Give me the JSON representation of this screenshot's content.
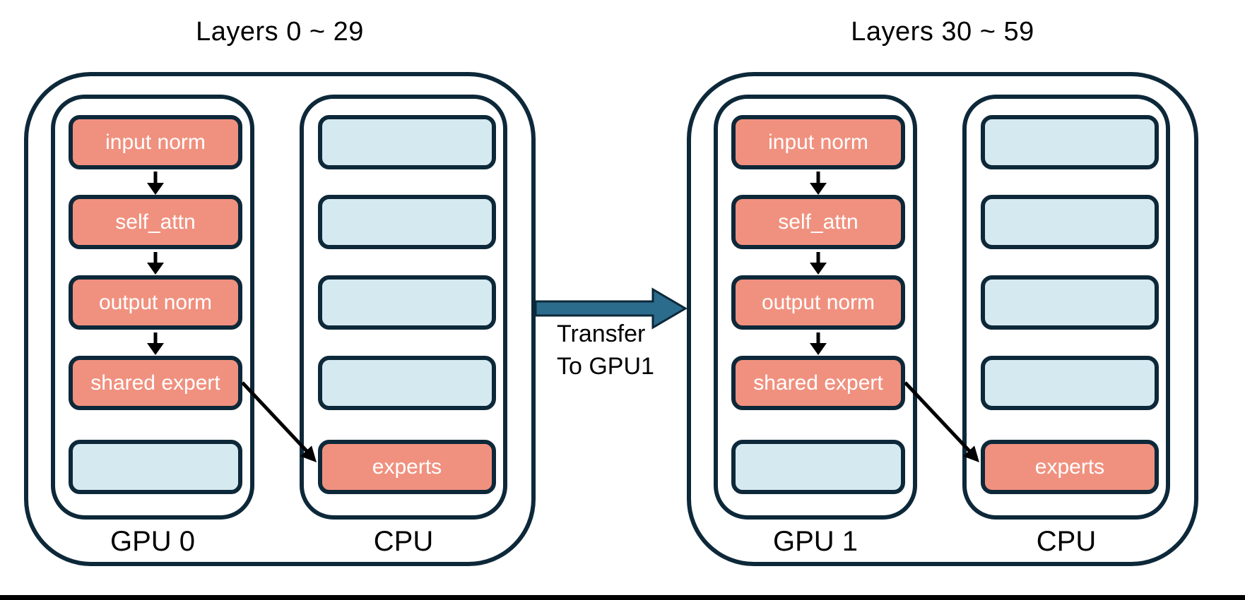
{
  "groups": [
    {
      "title": "Layers 0 ~ 29",
      "gpu": {
        "label": "GPU 0",
        "modules": [
          "input norm",
          "self_attn",
          "output norm",
          "shared expert"
        ]
      },
      "cpu": {
        "label": "CPU",
        "offloaded_module": "experts"
      }
    },
    {
      "title": "Layers 30 ~ 59",
      "gpu": {
        "label": "GPU 1",
        "modules": [
          "input norm",
          "self_attn",
          "output norm",
          "shared expert"
        ]
      },
      "cpu": {
        "label": "CPU",
        "offloaded_module": "experts"
      }
    }
  ],
  "transfer": {
    "line1": "Transfer",
    "line2": "To GPU1"
  },
  "colors": {
    "outline": "#0d2839",
    "module_fill": "#f0917f",
    "placeholder_fill": "#d5e9f0",
    "transfer_arrow_fill": "#2b6b8c",
    "flow_arrow": "#000000",
    "module_text": "#ffffff",
    "label_text": "#000000",
    "baseline_bar": "#000000"
  }
}
